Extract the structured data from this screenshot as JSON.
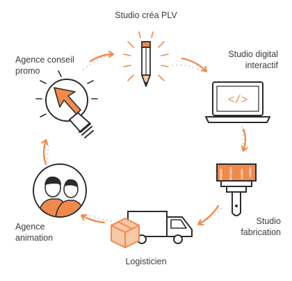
{
  "colors": {
    "accent": "#f08a4b",
    "ink": "#2b2b2b",
    "dotted": "#c9c9c9",
    "text": "#3b3b3b"
  },
  "nodes": [
    {
      "id": "studio-crea-plv",
      "lines": [
        "Studio créa PLV"
      ],
      "icon": "pencil-icon"
    },
    {
      "id": "studio-digital",
      "lines": [
        "Studio digital",
        "interactif"
      ],
      "icon": "laptop-code-icon"
    },
    {
      "id": "studio-fabrication",
      "lines": [
        "Studio",
        "fabrication"
      ],
      "icon": "paint-brush-icon"
    },
    {
      "id": "logisticien",
      "lines": [
        "Logisticien"
      ],
      "icon": "delivery-truck-icon"
    },
    {
      "id": "agence-animation",
      "lines": [
        "Agence",
        "animation"
      ],
      "icon": "team-avatar-icon"
    },
    {
      "id": "agence-conseil",
      "lines": [
        "Agence conseil",
        "promo"
      ],
      "icon": "lightbulb-icon"
    }
  ],
  "code_symbol": "</>"
}
